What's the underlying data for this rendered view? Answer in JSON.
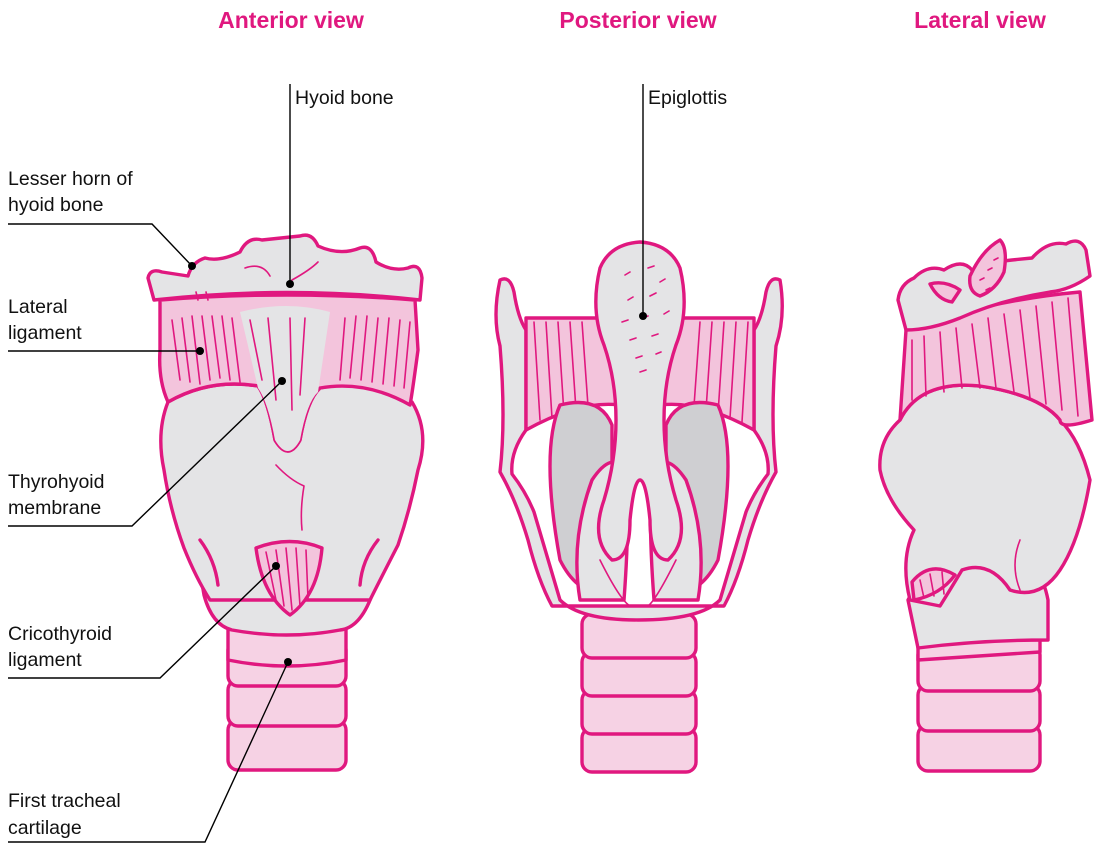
{
  "views": {
    "anterior": "Anterior view",
    "posterior": "Posterior view",
    "lateral": "Lateral view"
  },
  "labels": {
    "hyoid_bone": "Hyoid bone",
    "epiglottis": "Epiglottis",
    "lesser_horn": [
      "Lesser horn of",
      "hyoid bone"
    ],
    "lateral_ligament": [
      "Lateral",
      "ligament"
    ],
    "thyrohyoid_membrane": [
      "Thyrohyoid",
      "membrane"
    ],
    "cricothyroid_ligament": [
      "Cricothyroid",
      "ligament"
    ],
    "first_tracheal_cartilage": [
      "First tracheal",
      "cartilage"
    ]
  },
  "colors": {
    "accent": "#e0187f",
    "cartilage": "#e4e4e6",
    "trachea": "#f6d2e4",
    "shadow": "#cfcfd2"
  }
}
